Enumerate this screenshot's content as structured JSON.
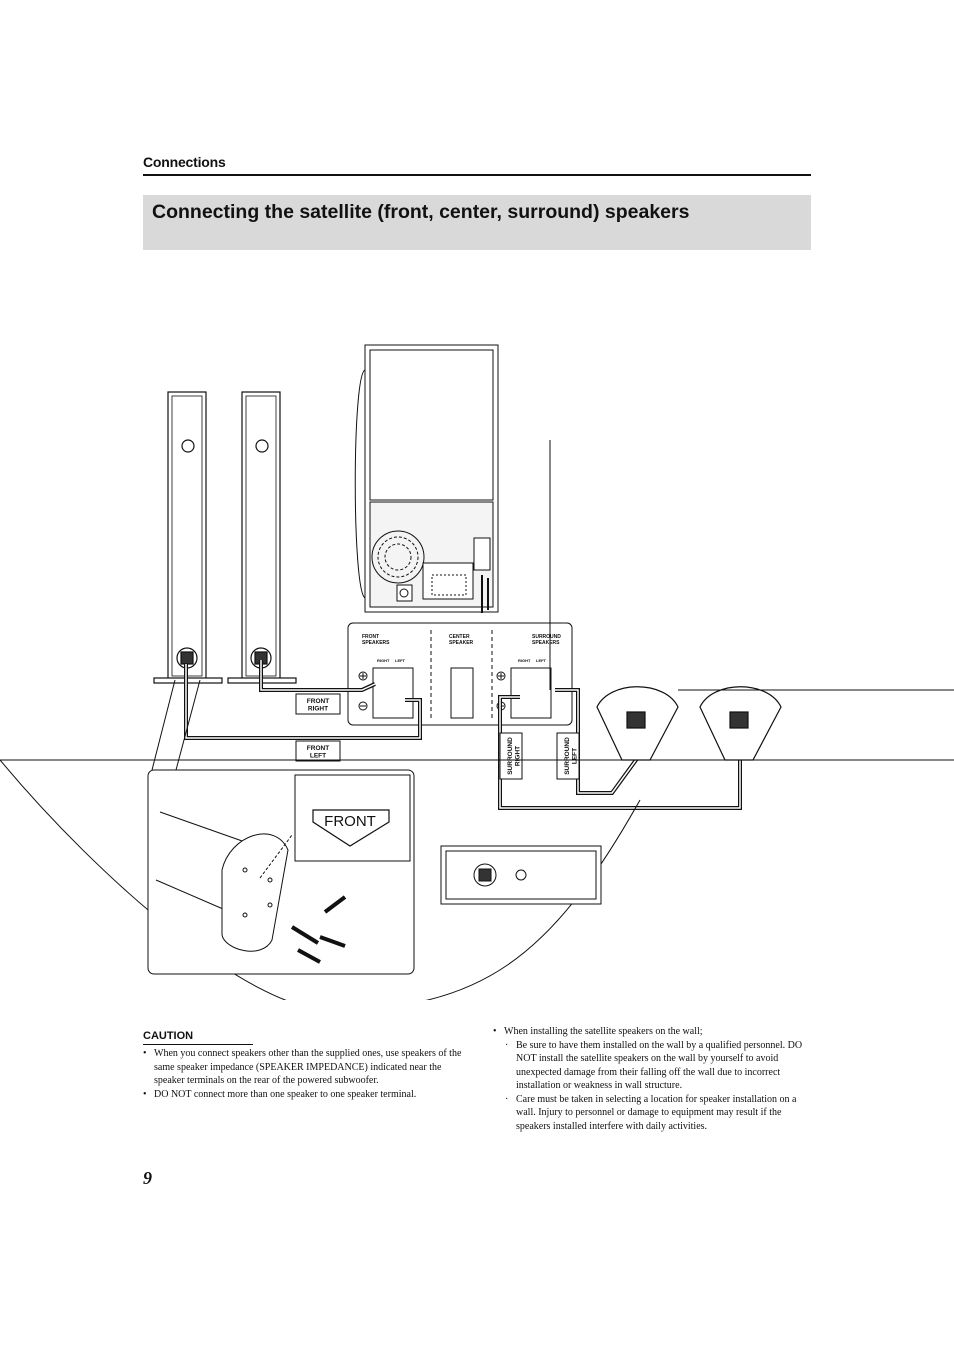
{
  "header": {
    "section": "Connections"
  },
  "title": "Connecting the satellite (front, center, surround) speakers",
  "diagram": {
    "panel_front": "FRONT\nSPEAKERS",
    "panel_center": "CENTER\nSPEAKER",
    "panel_surround": "SURROUND\nSPEAKERS",
    "right_1": "RIGHT",
    "left_1": "LEFT",
    "right_2": "RIGHT",
    "left_2": "LEFT",
    "tag_front_right": "FRONT\nRIGHT",
    "tag_front_left": "FRONT\nLEFT",
    "tag_surround_right": "SURROUND\nRIGHT",
    "tag_surround_left": "SURROUND\nLEFT",
    "front_arrow": "FRONT"
  },
  "caution": {
    "heading": "CAUTION",
    "items": [
      "When you connect speakers other than the supplied ones, use speakers of the same speaker impedance (SPEAKER IMPEDANCE) indicated near the speaker terminals on the rear of the powered subwoofer.",
      "DO NOT connect more than one speaker to one speaker terminal."
    ]
  },
  "wall": {
    "intro": "When installing the satellite speakers on the wall;",
    "items": [
      "Be sure to have them installed on the wall by a qualified personnel. DO NOT install the satellite speakers on the wall by yourself to avoid unexpected damage from their falling off the wall due to incorrect installation or weakness in wall structure.",
      "Care must be taken in selecting a location for speaker installation on a wall. Injury to personnel or damage to equipment may result if the speakers installed interfere with daily activities."
    ]
  },
  "page_number": "9"
}
